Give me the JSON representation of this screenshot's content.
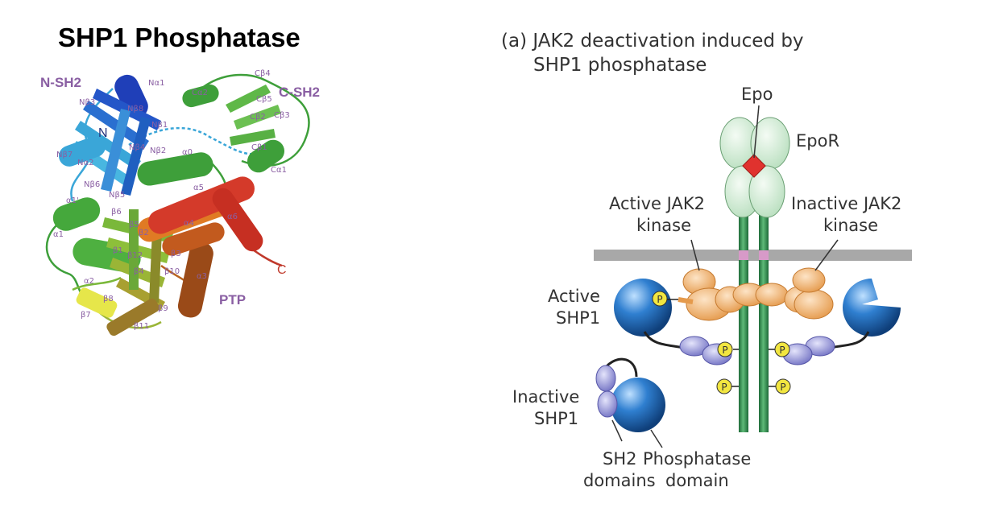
{
  "left_panel": {
    "title": "SHP1 Phosphatase",
    "domain_labels": {
      "n_sh2": "N-SH2",
      "c_sh2": "C-SH2",
      "ptp": "PTP",
      "n_term": "N",
      "c_term": "C"
    },
    "structure_labels": [
      "Nα1",
      "Nβ8",
      "Nβ1",
      "Nβ3",
      "Nβ4",
      "Nβ2",
      "Nβ7",
      "Nα2",
      "Nβ5",
      "Nβ6",
      "Cα2",
      "Cβ4",
      "Cβ5",
      "Cβ2",
      "Cβ3",
      "Cβ1",
      "Cα1",
      "α0",
      "α5",
      "α6",
      "α4",
      "α1",
      "α1'",
      "β6",
      "β5",
      "β2",
      "β1",
      "β3",
      "β12",
      "β4",
      "α2",
      "β10",
      "α3",
      "β8",
      "β7",
      "β9",
      "β11"
    ],
    "colors": {
      "label": "#8a5fa3",
      "blue": "#1f3fb8",
      "cyan": "#3aa6d8",
      "green": "#3e9f3a",
      "red": "#d43a2a",
      "orange": "#e07a24",
      "brown": "#9a4a18",
      "yellow": "#e6e64a"
    }
  },
  "right_panel": {
    "caption_line1": "(a)  JAK2 deactivation induced by",
    "caption_line2": "SHP1 phosphatase",
    "labels": {
      "epo": "Epo",
      "epor": "EpoR",
      "active_jak2_1": "Active JAK2",
      "active_jak2_2": "kinase",
      "inactive_jak2_1": "Inactive JAK2",
      "inactive_jak2_2": "kinase",
      "active_shp1_1": "Active",
      "active_shp1_2": "SHP1",
      "inactive_shp1_1": "Inactive",
      "inactive_shp1_2": "SHP1",
      "sh2_1": "SH2",
      "sh2_2": "domains",
      "phosphatase_1": "Phosphatase",
      "phosphatase_2": "domain",
      "phospho": "P"
    },
    "colors": {
      "receptor": "#2f8a4e",
      "epor": "#d9f0dc",
      "epo": "#e0322e",
      "jak2": "#f3b472",
      "shp1": "#2f7fd0",
      "sh2": "#9a9ad8",
      "membrane": "#a8a8a8",
      "phospho": "#f2e640"
    }
  }
}
